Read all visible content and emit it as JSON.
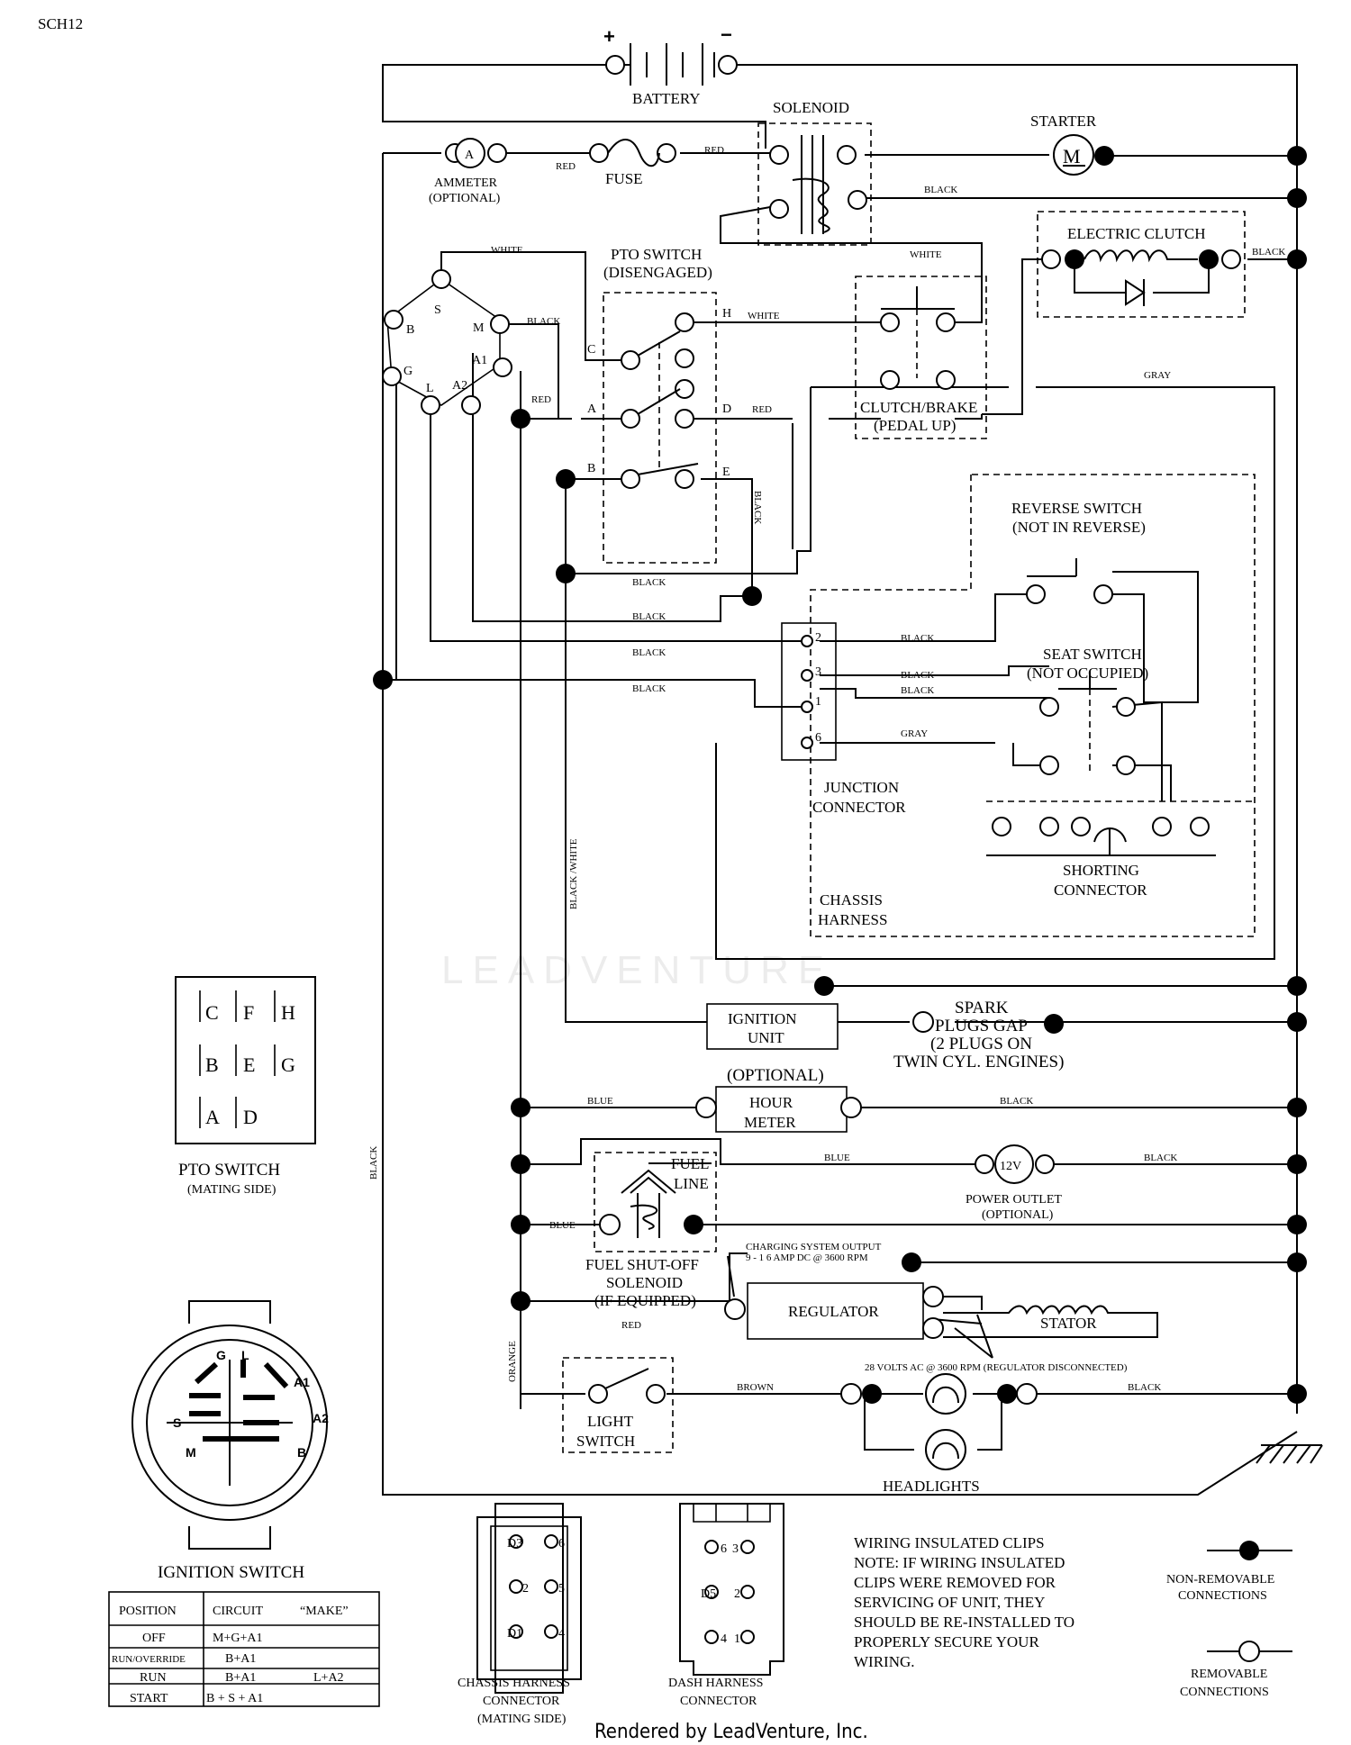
{
  "diagram_code": "SCH12",
  "battery": {
    "label": "BATTERY",
    "plus": "+",
    "minus": "−"
  },
  "solenoid": "SOLENOID",
  "starter": {
    "label": "STARTER",
    "symbol": "M"
  },
  "ammeter": {
    "label": "AMMETER",
    "sub": "(OPTIONAL)",
    "symbol": "A"
  },
  "fuse": "FUSE",
  "electric_clutch": "ELECTRIC CLUTCH",
  "pto_switch": {
    "label": "PTO SWITCH",
    "sub": "(DISENGAGED)",
    "terminals": [
      "C",
      "H",
      "A",
      "D",
      "B",
      "E"
    ]
  },
  "clutch_brake": {
    "label": "CLUTCH/BRAKE",
    "sub": "(PEDAL UP)"
  },
  "reverse_switch": {
    "label": "REVERSE SWITCH",
    "sub": "(NOT IN REVERSE)"
  },
  "seat_switch": {
    "label": "SEAT SWITCH",
    "sub": "(NOT OCCUPIED)"
  },
  "junction_connector": {
    "line1": "JUNCTION",
    "line2": "CONNECTOR",
    "pins": [
      "2",
      "3",
      "1",
      "6"
    ]
  },
  "shorting_connector": {
    "line1": "SHORTING",
    "line2": "CONNECTOR"
  },
  "chassis_harness": {
    "line1": "CHASSIS",
    "line2": "HARNESS"
  },
  "ignition_terminals": [
    "S",
    "B",
    "M",
    "G",
    "A1",
    "L",
    "A2"
  ],
  "ignition_unit": {
    "line1": "IGNITION",
    "line2": "UNIT"
  },
  "spark_plugs": {
    "line1": "SPARK",
    "line2": "PLUGS GAP",
    "line3": "(2 PLUGS ON",
    "line4": "TWIN CYL. ENGINES)"
  },
  "hour_meter": {
    "optional": "(OPTIONAL)",
    "line1": "HOUR",
    "line2": "METER"
  },
  "fuel_line": {
    "line1": "FUEL",
    "line2": "LINE"
  },
  "power_outlet": {
    "symbol": "12V",
    "line1": "POWER OUTLET",
    "line2": "(OPTIONAL)"
  },
  "fuel_solenoid": {
    "line1": "FUEL SHUT-OFF",
    "line2": "SOLENOID",
    "line3": "(IF EQUIPPED)"
  },
  "charging_output": {
    "line1": "CHARGING SYSTEM OUTPUT",
    "line2": "9 - 1 6 AMP DC @ 3600 RPM"
  },
  "regulator": "REGULATOR",
  "stator": "STATOR",
  "stator_note": "28 VOLTS AC @ 3600 RPM (REGULATOR DISCONNECTED)",
  "light_switch": {
    "line1": "LIGHT",
    "line2": "SWITCH"
  },
  "headlights": "HEADLIGHTS",
  "wires": {
    "red": "RED",
    "black": "BLACK",
    "white": "WHITE",
    "gray": "GRAY",
    "blue": "BLUE",
    "brown": "BROWN",
    "orange": "ORANGE",
    "black_white": "BLACK /WHITE"
  },
  "pto_mating": {
    "title": "PTO SWITCH",
    "sub": "(MATING SIDE)",
    "rows": [
      [
        "C",
        "F",
        "H"
      ],
      [
        "B",
        "E",
        "G"
      ],
      [
        "A",
        "D"
      ]
    ]
  },
  "ignition_switch": {
    "title": "IGNITION SWITCH",
    "face_labels": [
      "G",
      "L",
      "A1",
      "S",
      "A2",
      "M",
      "B"
    ],
    "headers": [
      "POSITION",
      "CIRCUIT",
      "“MAKE”"
    ],
    "rows": [
      [
        "OFF",
        "M+G+A1",
        ""
      ],
      [
        "RUN/OVERRIDE",
        "B+A1",
        ""
      ],
      [
        "RUN",
        "B+A1",
        "L+A2"
      ],
      [
        "START",
        "B + S + A1",
        ""
      ]
    ]
  },
  "chassis_harness_connector": {
    "line1": "CHASSIS HARNESS",
    "line2": "CONNECTOR",
    "line3": "(MATING SIDE)",
    "pins": [
      "D3",
      "6",
      "2",
      "5",
      "D1",
      "4"
    ]
  },
  "dash_harness_connector": {
    "line1": "DASH HARNESS",
    "line2": "CONNECTOR",
    "pins": [
      "6",
      "3",
      "D5",
      "2",
      "4",
      "1"
    ]
  },
  "wiring_note": {
    "title": "WIRING INSULATED CLIPS",
    "lines": [
      "NOTE:  IF WIRING INSULATED",
      "CLIPS WERE REMOVED FOR",
      "SERVICING OF UNIT, THEY",
      "SHOULD BE RE-INSTALLED TO",
      "PROPERLY SECURE YOUR",
      "WIRING."
    ]
  },
  "legend": {
    "non_removable": [
      "NON-REMOVABLE",
      "CONNECTIONS"
    ],
    "removable": [
      "REMOVABLE",
      "CONNECTIONS"
    ]
  },
  "watermark": "LEADVENTURE",
  "footer": "Rendered by LeadVenture, Inc."
}
